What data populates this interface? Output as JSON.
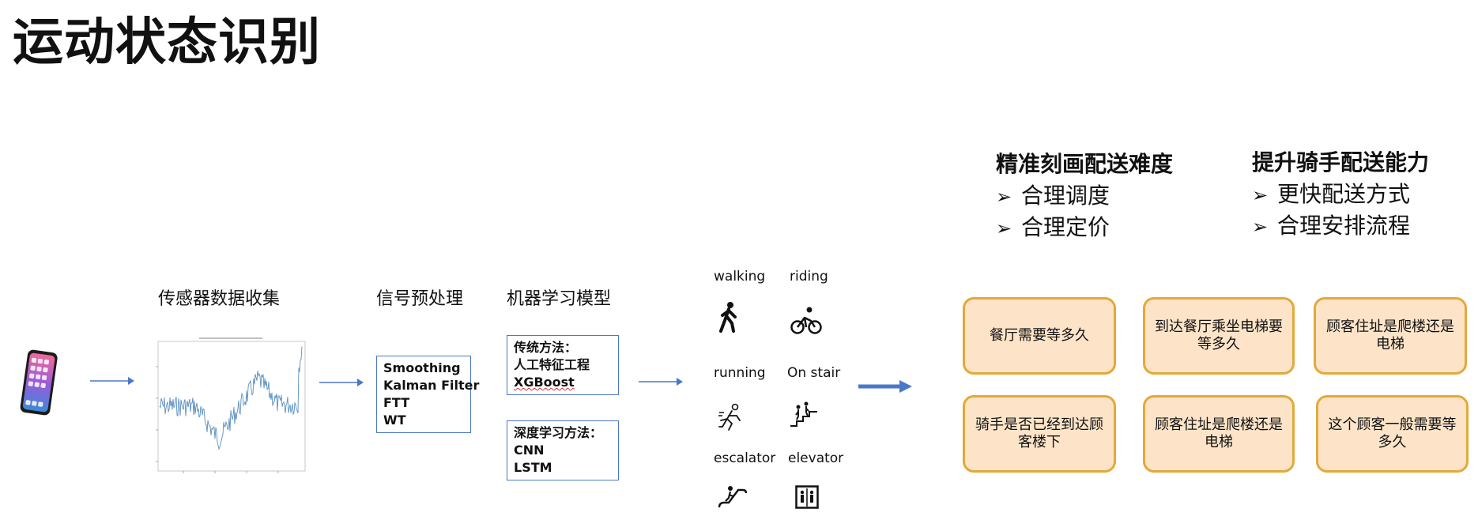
{
  "title": "运动状态识别",
  "pipeline": {
    "sensor_label": "传感器数据收集",
    "signal_label": "信号预处理",
    "ml_label": "机器学习模型",
    "signal_methods": [
      "Smoothing",
      "Kalman Filter",
      "FTT",
      "WT"
    ],
    "traditional": {
      "header": "传统方法：",
      "items": [
        "人工特征工程",
        "XGBoost"
      ]
    },
    "deep": {
      "header": "深度学习方法：",
      "items": [
        "CNN",
        "LSTM"
      ]
    }
  },
  "activities": [
    {
      "label": "walking",
      "icon": "walking-icon"
    },
    {
      "label": "riding",
      "icon": "bicycle-icon"
    },
    {
      "label": "running",
      "icon": "running-icon"
    },
    {
      "label": "On stair",
      "icon": "stairs-icon"
    },
    {
      "label": "escalator",
      "icon": "escalator-icon"
    },
    {
      "label": "elevator",
      "icon": "elevator-icon"
    }
  ],
  "goals": {
    "left": {
      "heading": "精准刻画配送难度",
      "items": [
        "合理调度",
        "合理定价"
      ]
    },
    "right": {
      "heading": "提升骑手配送能力",
      "items": [
        "更快配送方式",
        "合理安排流程"
      ]
    }
  },
  "cards": [
    "餐厅需要等多久",
    "到达餐厅乘坐电梯要等多久",
    "顾客住址是爬楼还是电梯",
    "骑手是否已经到达顾客楼下",
    "顾客住址是爬楼还是电梯",
    "这个顾客一般需要等多久"
  ],
  "colors": {
    "arrow": "#4a78c8",
    "card_fill": "#fde4c8",
    "card_border": "#e3a93a",
    "plot_line": "#5a8fc0"
  }
}
